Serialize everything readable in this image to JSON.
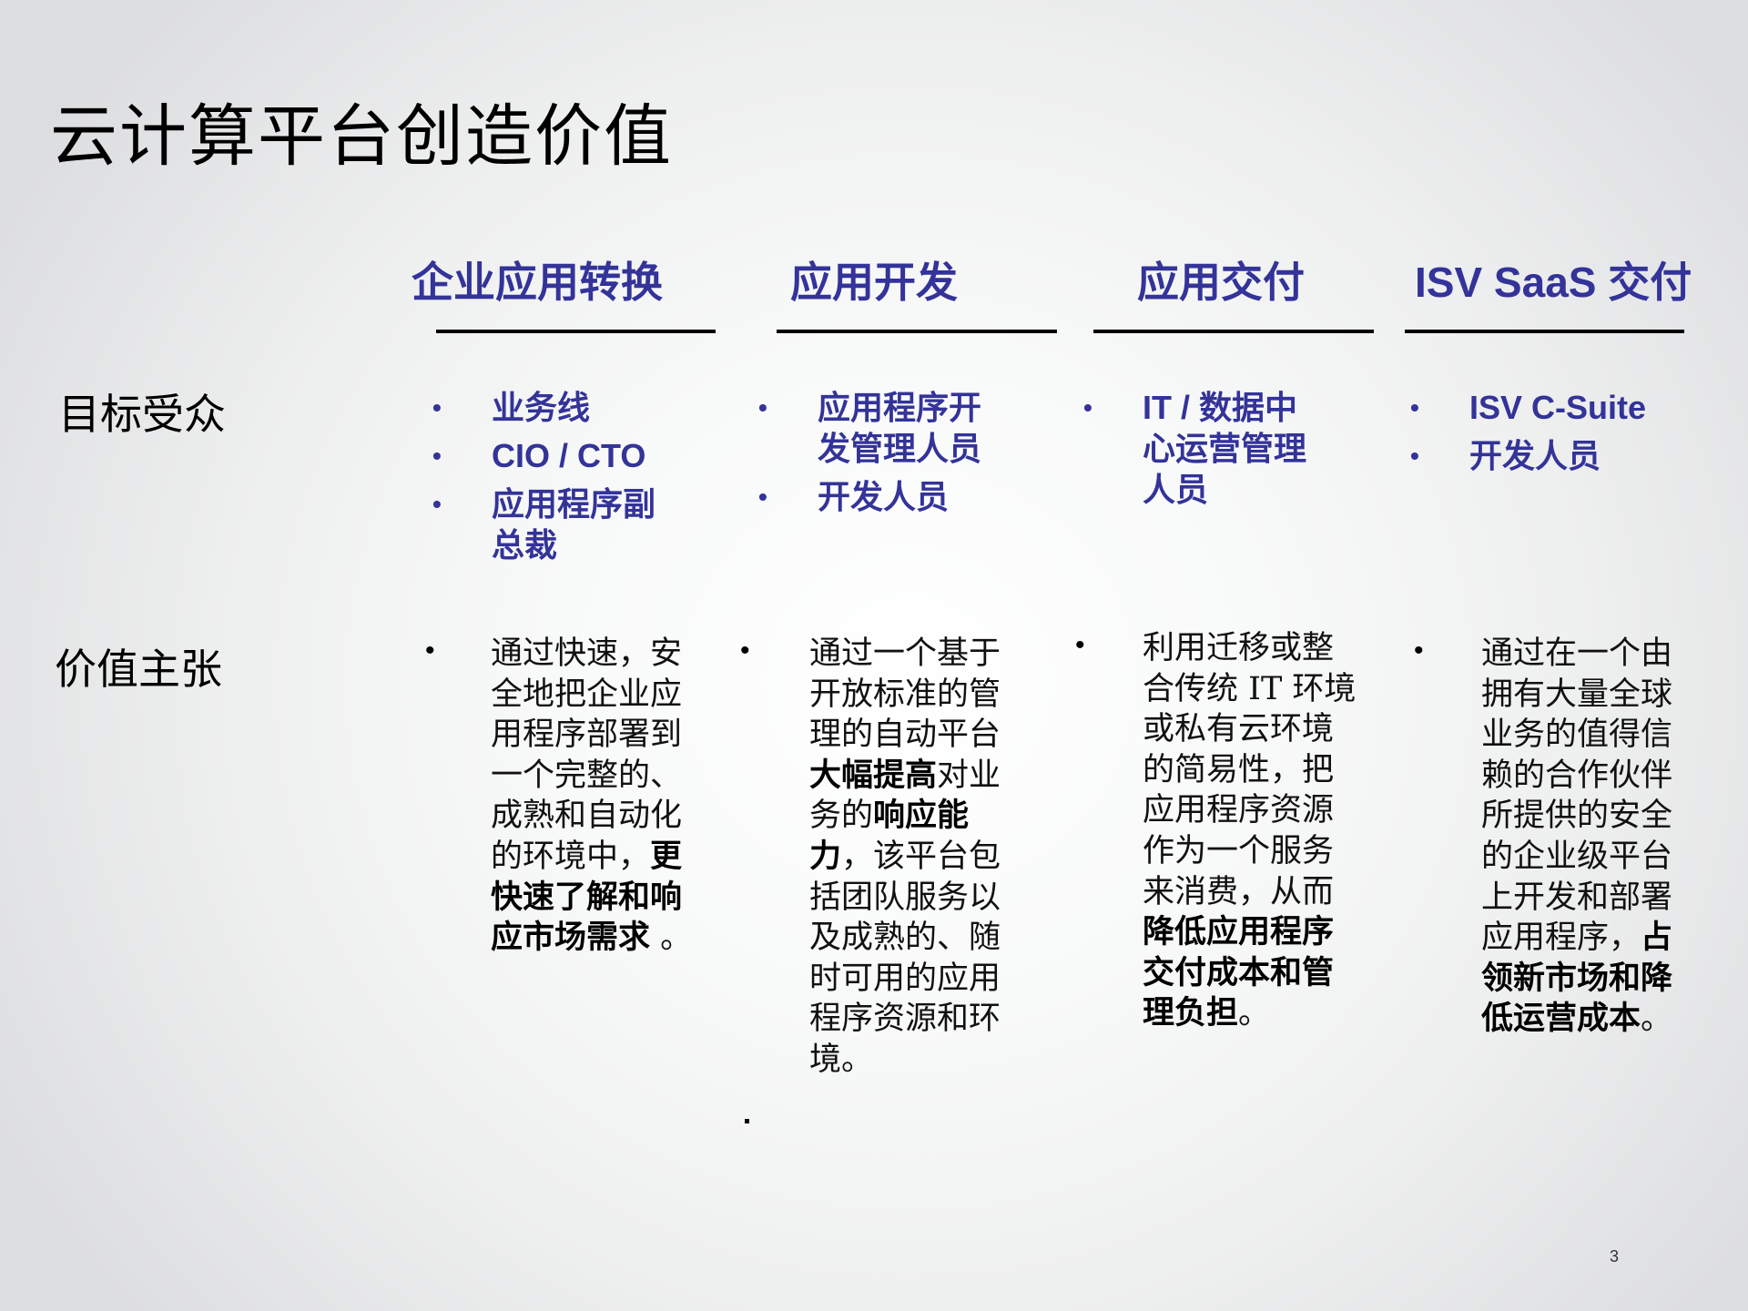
{
  "slide": {
    "title": "云计算平台创造价值",
    "page_number": "3",
    "accent_color": "#333399"
  },
  "columns": [
    {
      "header": "企业应用转换",
      "audience": [
        "业务线",
        "CIO / CTO",
        "应用程序副总裁"
      ],
      "value": {
        "normal_1": "通过快速，安全地把企业应用程序部署到一个完整的、成熟和自动化的环境中，",
        "bold_1": "更快速了解和响应市场需求",
        "normal_2": " 。",
        "bold_2": "",
        "normal_3": ""
      }
    },
    {
      "header": "应用开发",
      "audience": [
        "应用程序开发管理人员",
        "开发人员"
      ],
      "value": {
        "normal_1": "通过一个基于开放标准的管理的自动平台",
        "bold_1": "大幅提高",
        "normal_2": "对业务的",
        "bold_2": "响应能力",
        "normal_3": "，该平台包括团队服务以及成熟的、随时可用的应用程序资源和环境。"
      }
    },
    {
      "header": "应用交付",
      "audience": [
        "IT / 数据中心运营管理人员"
      ],
      "value": {
        "normal_1": "利用迁移或整合传统 IT 环境或私有云环境的简易性，把应用程序资源作为一个服务来消费，从而",
        "bold_1": "降低应用程序交付成本和管理负担",
        "normal_2": "。",
        "bold_2": "",
        "normal_3": ""
      }
    },
    {
      "header": "ISV SaaS 交付",
      "audience": [
        "ISV C-Suite",
        "开发人员"
      ],
      "value": {
        "normal_1": "通过在一个由拥有大量全球业务的值得信赖的合作伙伴所提供的安全的企业级平台上开发和部署应用程序，",
        "bold_1": "占领新市场和降低运营成本",
        "normal_2": "。",
        "bold_2": "",
        "normal_3": ""
      }
    }
  ],
  "row_labels": {
    "audience": "目标受众",
    "value": "价值主张"
  },
  "bullet_glyph": "•"
}
